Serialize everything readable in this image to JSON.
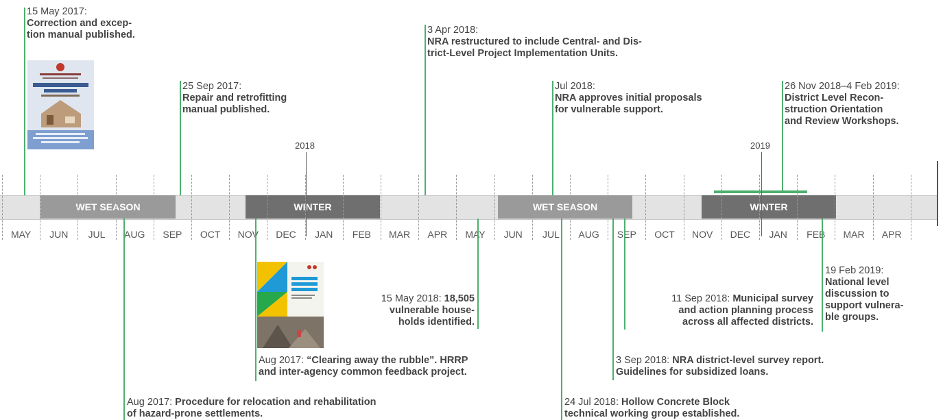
{
  "colors": {
    "wet": "#9a9a9a",
    "winter": "#6f6f6f",
    "base": "#e3e3e3",
    "accent": "#4daf6e",
    "text": "#444444"
  },
  "years": [
    "2018",
    "2019"
  ],
  "seasons": {
    "wet1": "WET SEASON",
    "winter1": "WINTER",
    "wet2": "WET SEASON",
    "winter2": "WINTER"
  },
  "months": [
    "MAY",
    "JUN",
    "JUL",
    "AUG",
    "SEP",
    "OCT",
    "NOV",
    "DEC",
    "JAN",
    "FEB",
    "MAR",
    "APR",
    "MAY",
    "JUN",
    "JUL",
    "AUG",
    "SEP",
    "OCT",
    "NOV",
    "DEC",
    "JAN",
    "FEB",
    "MAR",
    "APR"
  ],
  "events": {
    "e1": {
      "date": "15 May 2017:",
      "text": "Correction and excep-\ntion manual published."
    },
    "e2": {
      "date": "25 Sep 2017:",
      "text": "Repair and retrofitting\nmanual published."
    },
    "e3": {
      "date": "3 Apr 2018:",
      "text": "NRA restructured to include Central- and Dis-\ntrict-Level Project Implementation Units."
    },
    "e4": {
      "date": "Jul 2018:",
      "text": "NRA approves initial proposals\nfor vulnerable support."
    },
    "e5": {
      "date": "26 Nov 2018–4 Feb 2019:",
      "text": "District Level Recon-\nstruction Orientation\nand Review Workshops."
    },
    "e6": {
      "date": "15 May 2018: ",
      "bold1": "18,505",
      "text": "vulnerable house-\nholds identified."
    },
    "e7": {
      "date": "Aug 2017: ",
      "bold1": "“Clearing away the rubble”. HRRP",
      "text": "and inter-agency common feedback project."
    },
    "e8": {
      "date": "Aug 2017: ",
      "bold1": "Procedure for relocation and rehabilitation",
      "text": "of hazard-prone settlements."
    },
    "e9": {
      "date": "11 Sep 2018: ",
      "bold1": "Municipal survey",
      "text": "and action planning process\nacross all affected districts."
    },
    "e10": {
      "date": "3 Sep 2018: ",
      "bold1": "NRA district-level survey report.",
      "text": "Guidelines for subsidized loans."
    },
    "e11": {
      "date": "24 Jul 2018: ",
      "bold1": "Hollow Concrete Block",
      "text": "technical working group established."
    },
    "e12": {
      "date": "19 Feb 2019:",
      "text": "National level\ndiscussion to\nsupport vulnera-\nble groups."
    }
  }
}
